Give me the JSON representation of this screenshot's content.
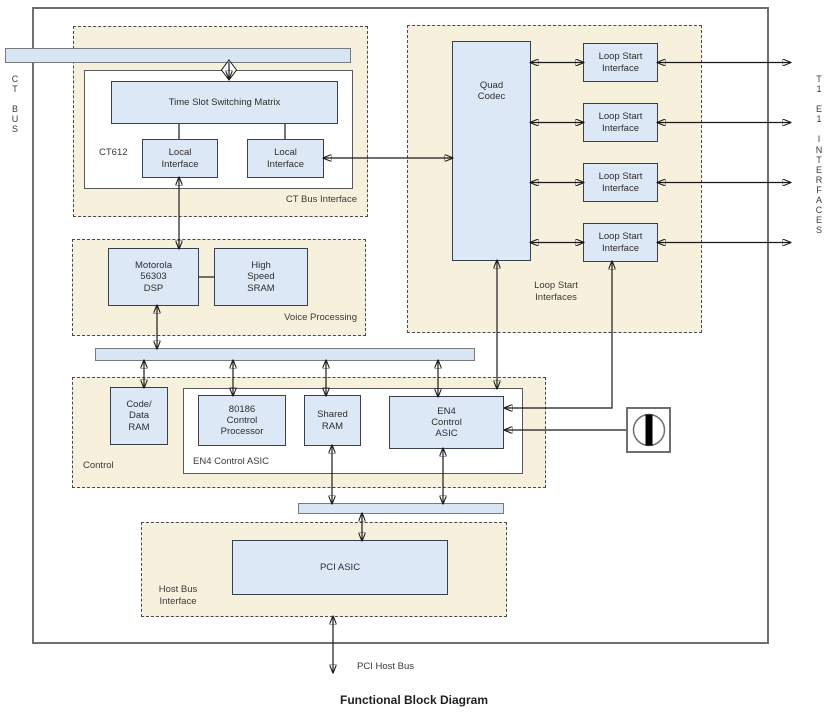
{
  "diagram": {
    "title": "Functional Block Diagram",
    "ct_bus_vertical_label": "C\nT\n\nB\nU\nS",
    "t1e1_vertical_label": "T\n1\n\nE\n1\n\nI\nN\nT\nE\nR\nF\nA\nC\nE\nS",
    "ct_bus_interface": {
      "region_label": "CT Bus Interface",
      "chip_label": "CT612",
      "matrix_label": "Time Slot Switching Matrix",
      "local_interfaces": [
        "Local\nInterface",
        "Local\nInterface"
      ]
    },
    "loop_start": {
      "region_label": "Loop Start\nInterfaces",
      "codec_label": "Quad\nCodec",
      "interfaces": [
        "Loop Start\nInterface",
        "Loop Start\nInterface",
        "Loop Start\nInterface",
        "Loop Start\nInterface"
      ]
    },
    "voice_processing": {
      "region_label": "Voice Processing",
      "dsp_label": "Motorola\n56303\nDSP",
      "sram_label": "High\nSpeed\nSRAM"
    },
    "control": {
      "region_label": "Control",
      "group_label": "EN4 Control ASIC",
      "code_data_ram_label": "Code/\nData\nRAM",
      "processor_label": "80186\nControl\nProcessor",
      "shared_ram_label": "Shared\nRAM",
      "asic_label": "EN4\nControl\nASIC"
    },
    "host_bus": {
      "region_label": "Host Bus\nInterface",
      "pci_asic_label": "PCI ASIC",
      "pci_host_bus_label": "PCI Host Bus"
    },
    "icons": {
      "bus_tap": "diamond-bus-tap-icon",
      "oscillator": "clock-oscillator-icon"
    },
    "colors": {
      "block_fill": "#dce8f5",
      "block_border": "#38424c",
      "region_fill": "#f6f0dc",
      "region_border": "#4a4a4a",
      "bus_fill": "#d8e5f3",
      "bus_border": "#7a7a7a",
      "line": "#1a1a1a",
      "frame_border": "#6f6f6f"
    }
  }
}
